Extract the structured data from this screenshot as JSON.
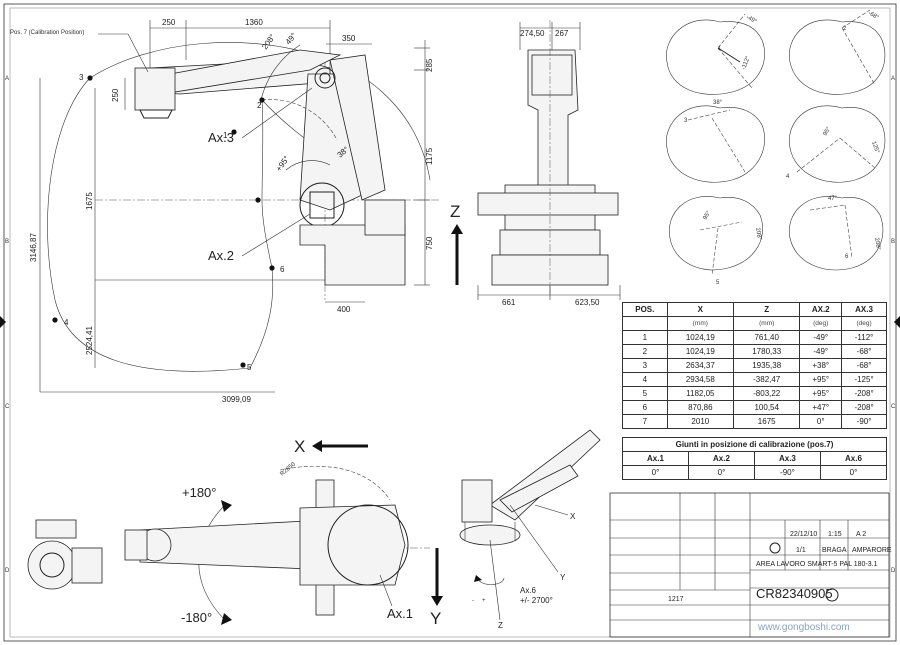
{
  "drawing": {
    "pos7_label": "Pos. 7 (Calibration Position)",
    "axis_labels": {
      "ax3": "Ax.3",
      "ax2": "Ax.2",
      "ax1": "Ax.1",
      "ax6": "Ax.6",
      "ax6_range": "+/- 2700°"
    },
    "direction_labels": {
      "x": "X",
      "y": "Y",
      "z": "Z",
      "z_small": "Z",
      "y_small": "Y",
      "x_small": "X"
    },
    "rotation_labels": {
      "plus180": "+180°",
      "minus180": "-180°"
    },
    "position_numbers": [
      "1",
      "2",
      "3",
      "4",
      "5",
      "6"
    ],
    "side_dims": {
      "d250_top": "250",
      "d1360": "1360",
      "d350": "350",
      "d285": "285",
      "d250_left": "250",
      "d1175": "1175",
      "d1675": "1675",
      "d750": "750",
      "d3146": "3146,87",
      "d2524": "2524,41",
      "d400": "400",
      "d3099": "3099,09",
      "ang208": "208°",
      "ang95a": "+95°",
      "ang49": "49°",
      "ang38": "38°"
    },
    "front_dims": {
      "d274": "274,50",
      "d267": "267",
      "d661": "661",
      "d623": "623,50"
    },
    "top_dims": {
      "r2850": "R2850"
    },
    "small_angles": [
      "-49°",
      "-112°",
      "38°",
      "-68°",
      "95°",
      "125°",
      "95°",
      "208°",
      "47°",
      "208°"
    ],
    "small_numbers": [
      "1",
      "2",
      "3",
      "4",
      "5",
      "6"
    ]
  },
  "position_table": {
    "headers": [
      "POS.",
      "X",
      "Z",
      "AX.2",
      "AX.3"
    ],
    "units": [
      "",
      "(mm)",
      "(mm)",
      "(deg)",
      "(deg)"
    ],
    "rows": [
      [
        "1",
        "1024,19",
        "761,40",
        "-49°",
        "-112°"
      ],
      [
        "2",
        "1024,19",
        "1780,33",
        "-49°",
        "-68°"
      ],
      [
        "3",
        "2634,37",
        "1935,38",
        "+38°",
        "-68°"
      ],
      [
        "4",
        "2934,58",
        "-382,47",
        "+95°",
        "-125°"
      ],
      [
        "5",
        "1182,05",
        "-803,22",
        "+95°",
        "-208°"
      ],
      [
        "6",
        "870,86",
        "100,54",
        "+47°",
        "-208°"
      ],
      [
        "7",
        "2010",
        "1675",
        "0°",
        "-90°"
      ]
    ]
  },
  "calibration_table": {
    "title": "Giunti in posizione di calibrazione (pos.7)",
    "headers": [
      "Ax.1",
      "Ax.2",
      "Ax.3",
      "Ax.6"
    ],
    "values": [
      "0°",
      "0°",
      "-90°",
      "0°"
    ]
  },
  "title_block": {
    "date": "22/12/10",
    "scale": "1:15",
    "format": "A 2",
    "sheet": "1/1",
    "designer": "BRAGA",
    "checker": "AMPARORE",
    "title": "AREA LAVORO SMART-5 PAL 180-3.1",
    "code": "CR82340905",
    "weight": "1217",
    "watermark": "www.gongboshi.com"
  },
  "colors": {
    "line": "#222222",
    "paper": "#ffffff"
  }
}
